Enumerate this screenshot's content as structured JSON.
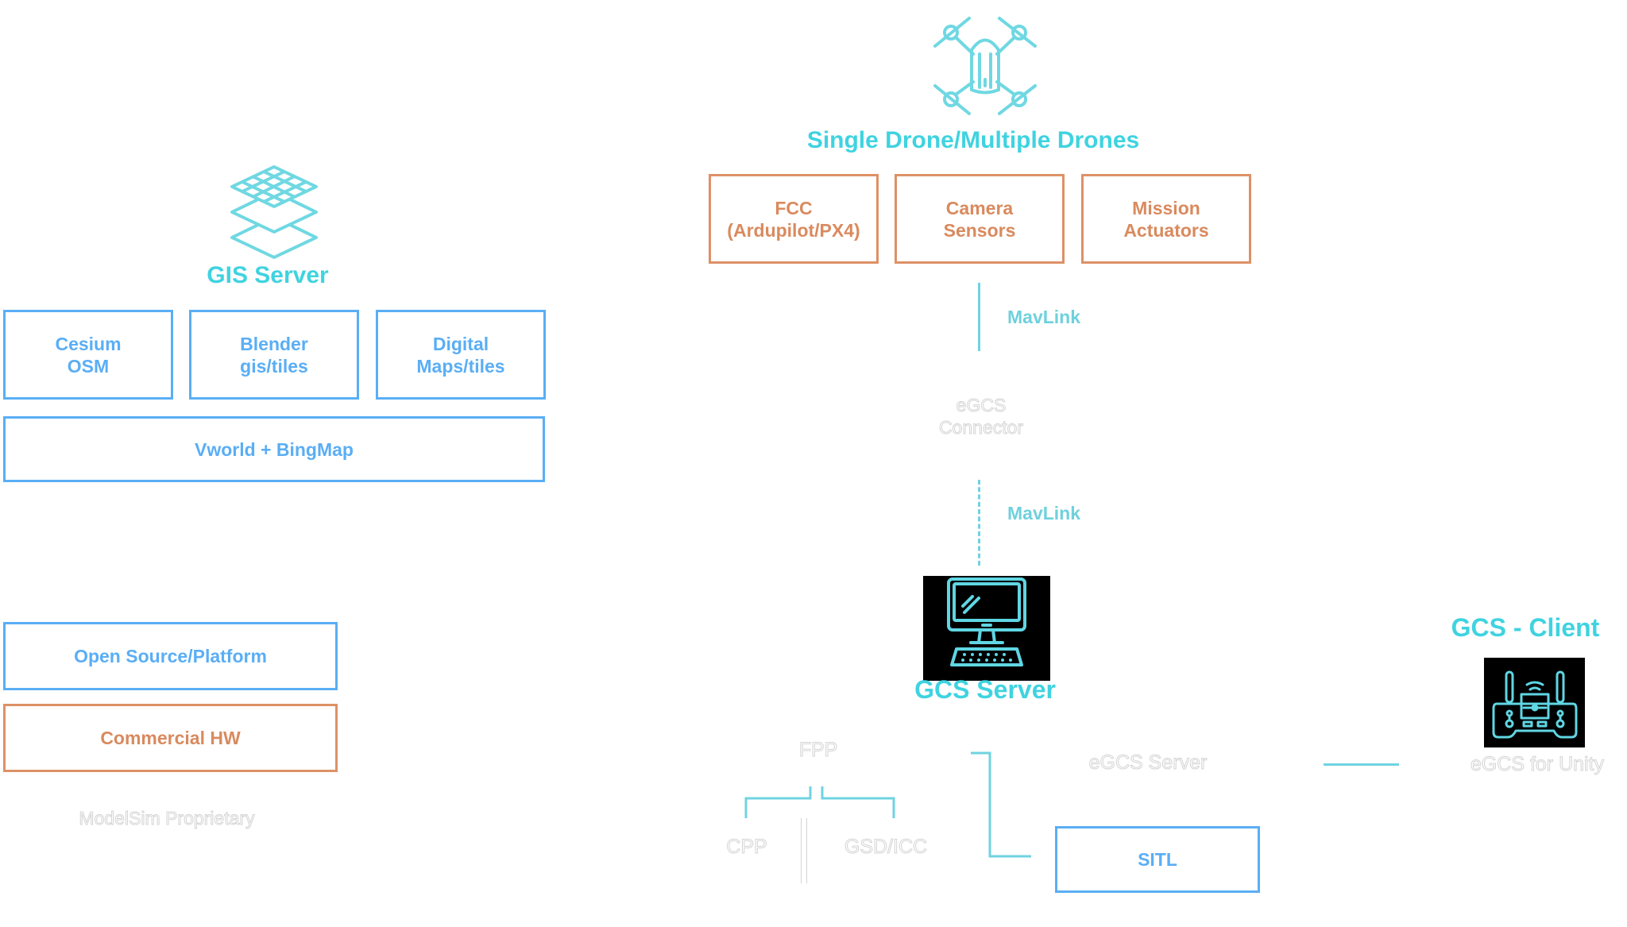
{
  "colors": {
    "cyan": "#3fd3e0",
    "blue": "#5aaef5",
    "orange": "#dd9166",
    "ghost_text": "#d4d4d4"
  },
  "gis": {
    "icon": "map-layers-icon",
    "title": "GIS Server",
    "boxes": [
      {
        "label": "Cesium\nOSM"
      },
      {
        "label": "Blender\ngis/tiles"
      },
      {
        "label": "Digital\nMaps/tiles"
      }
    ],
    "wide_box": "Vworld + BingMap"
  },
  "legend": {
    "open_source": "Open Source/Platform",
    "commercial": "Commercial HW",
    "proprietary": "ModelSim Proprietary"
  },
  "drone": {
    "icon": "drone-icon",
    "title": "Single Drone/Multiple Drones",
    "boxes": [
      {
        "label": "FCC\n(Ardupilot/PX4)"
      },
      {
        "label": "Camera\nSensors"
      },
      {
        "label": "Mission\nActuators"
      }
    ]
  },
  "links": {
    "mavlink_top": "MavLink",
    "mavlink_bottom": "MavLink"
  },
  "connector": {
    "label": "eGCS\nConnector"
  },
  "gcs_server": {
    "icon": "computer-icon",
    "title": "GCS Server",
    "fpp": "FPP",
    "cpp": "CPP",
    "gsd": "GSD/ICC",
    "egcs_server": "eGCS Server",
    "sitl": "SITL"
  },
  "gcs_client": {
    "icon": "remote-controller-icon",
    "title": "GCS - Client",
    "label": "eGCS for Unity"
  }
}
